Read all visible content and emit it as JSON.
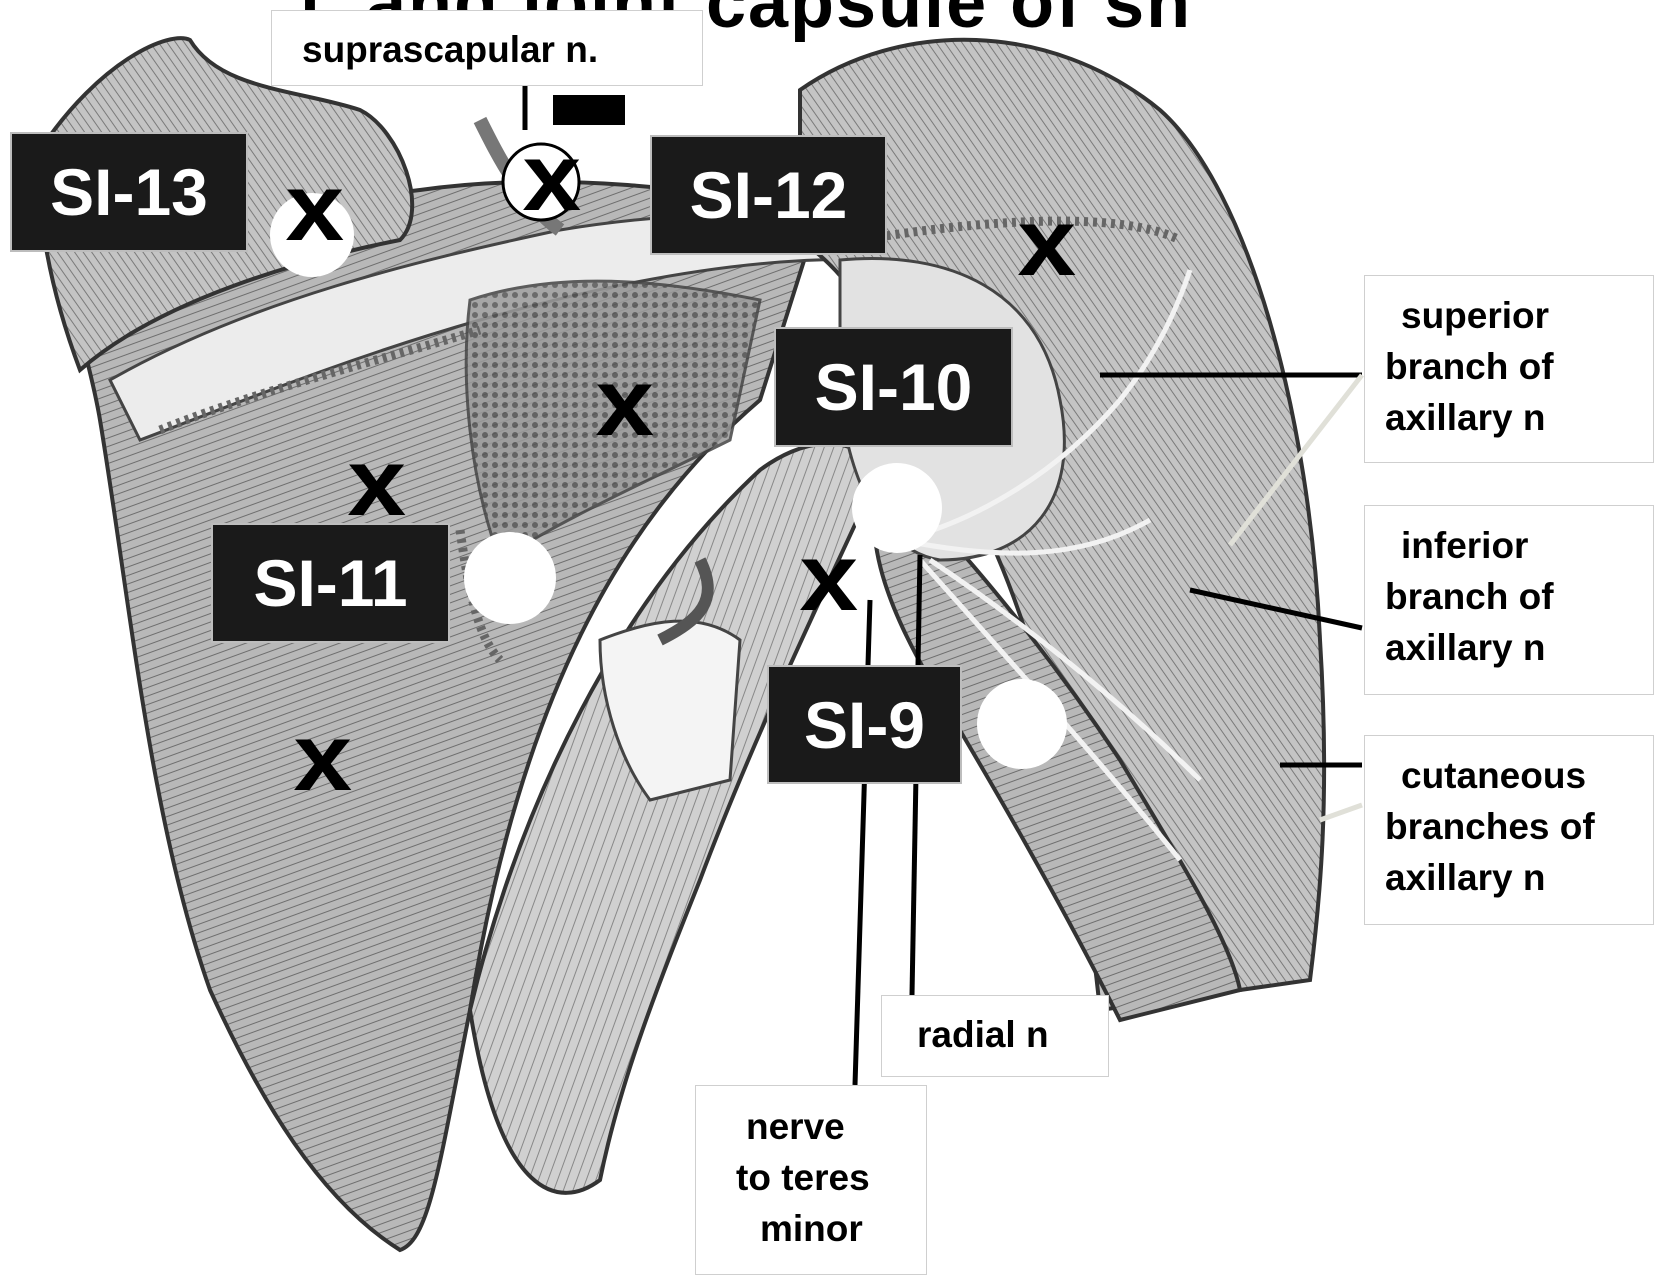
{
  "title_fragment": "l, and joint capsule of sh",
  "point_labels": [
    {
      "id": "si-13",
      "text": "SI-13"
    },
    {
      "id": "si-12",
      "text": "SI-12"
    },
    {
      "id": "si-10",
      "text": "SI-10"
    },
    {
      "id": "si-11",
      "text": "SI-11"
    },
    {
      "id": "si-9",
      "text": "SI-9"
    }
  ],
  "nerve_labels": {
    "suprascapular": [
      "suprascapular n."
    ],
    "superior_branch": [
      "superior",
      "branch of",
      "axillary n"
    ],
    "inferior_branch": [
      "inferior",
      "branch of",
      "axillary n"
    ],
    "cutaneous_branches": [
      "cutaneous",
      "branches of",
      "axillary n"
    ],
    "radial": [
      "radial n"
    ],
    "teres_minor": [
      "nerve",
      "to teres",
      "minor"
    ]
  },
  "marker_glyph": "x",
  "colors": {
    "label_bg": "#1a1a1a",
    "label_text": "#ffffff",
    "muscle_shade": "#9a9a9a",
    "bone_light": "#e6e6e6"
  }
}
